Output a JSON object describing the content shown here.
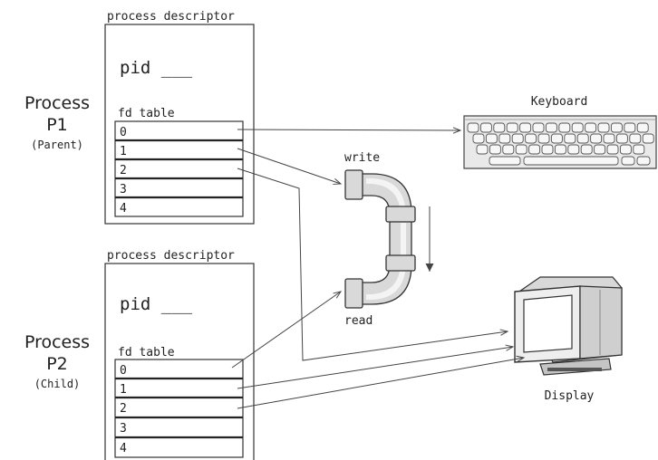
{
  "process1": {
    "descriptor_label": "process descriptor",
    "pid_label": "pid ___",
    "fd_table_label": "fd table",
    "title_line1": "Process",
    "title_line2": "P1",
    "role": "(Parent)",
    "fd_entries": [
      "0",
      "1",
      "2",
      "3",
      "4"
    ]
  },
  "process2": {
    "descriptor_label": "process descriptor",
    "pid_label": "pid ___",
    "fd_table_label": "fd table",
    "title_line1": "Process",
    "title_line2": "P2",
    "role": "(Child)",
    "fd_entries": [
      "0",
      "1",
      "2",
      "3",
      "4"
    ]
  },
  "pipe": {
    "write_label": "write",
    "read_label": "read"
  },
  "devices": {
    "keyboard_label": "Keyboard",
    "display_label": "Display"
  },
  "colors": {
    "line": "#444444",
    "pipe": "#d9d9d9",
    "text": "#222222"
  }
}
